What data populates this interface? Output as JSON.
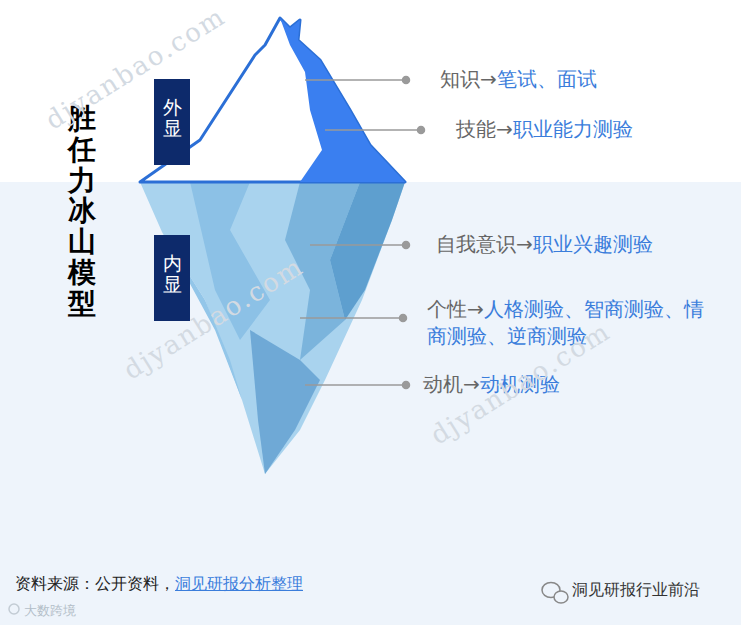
{
  "diagram": {
    "title": "胜任力冰山模型",
    "nodes": [
      {
        "text": [
          "外显"
        ]
      },
      {
        "text": [
          "内显"
        ]
      }
    ],
    "labels": [
      "知识→",
      "笔试、面试",
      "技能→",
      "职业能力测验",
      "自我意识→",
      "职业兴趣测验",
      "个性→",
      "人格测验、智商测验、情商测验、逆商测验",
      "动机→",
      "动机测验",
      "资料来源：公开资料，",
      "洞见研报分析整理",
      "洞见研报行业前沿",
      "大数跨境",
      "djyanbao.com",
      "djyanbao.com",
      "djyanbao.com"
    ]
  }
}
